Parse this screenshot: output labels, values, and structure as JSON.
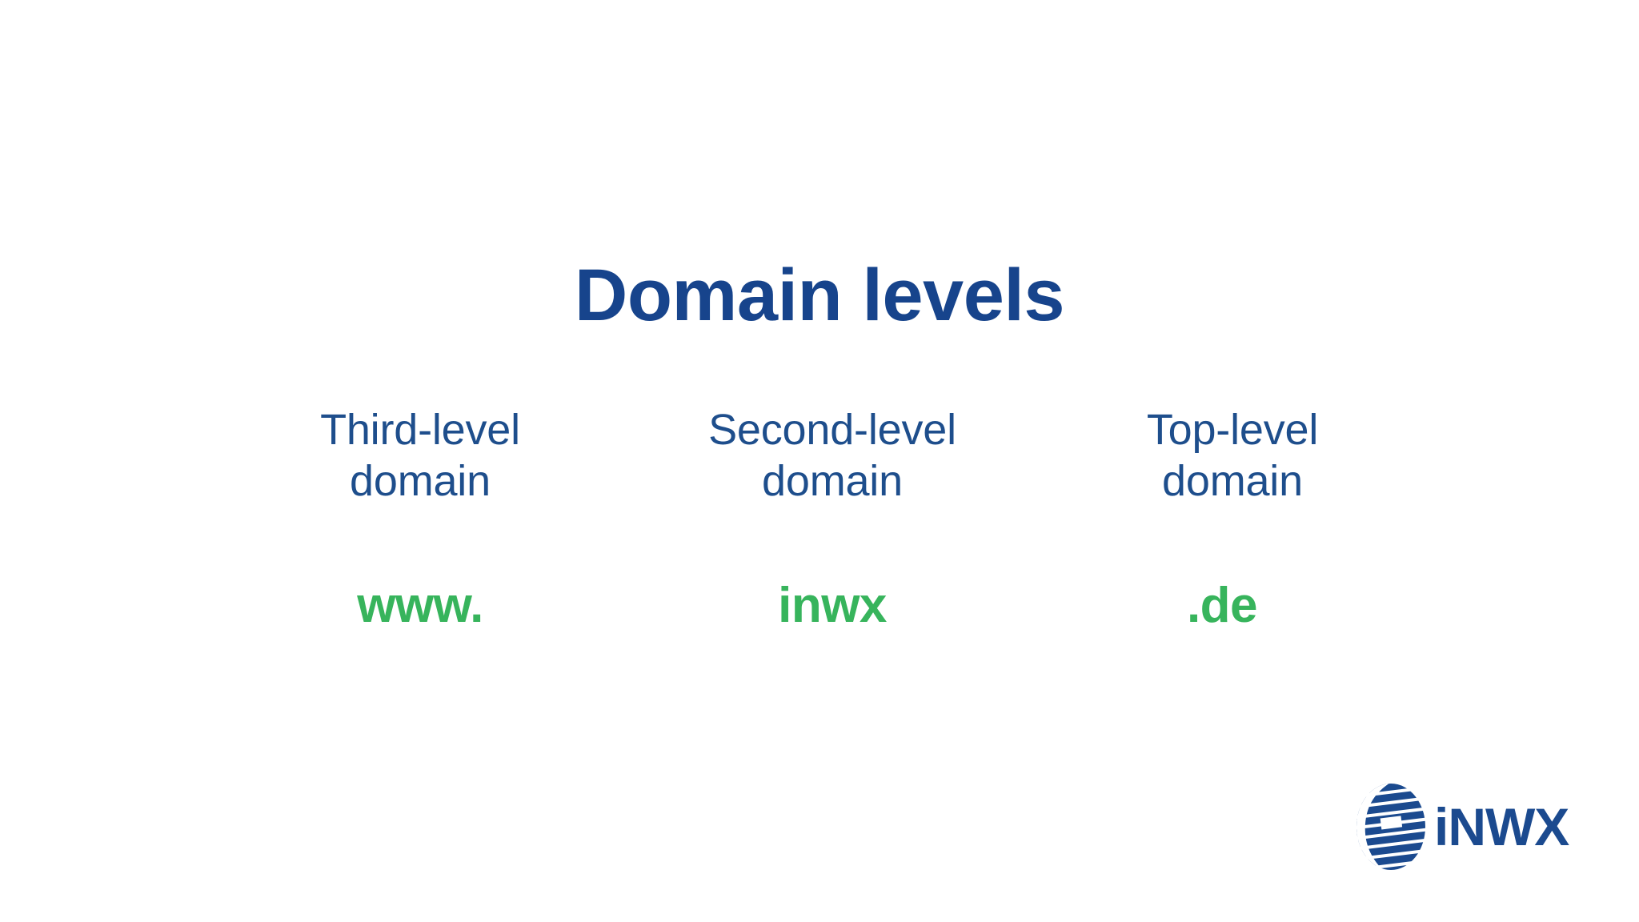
{
  "slide": {
    "background_color": "#ffffff",
    "title": "Domain levels",
    "title_color": "#17448C"
  },
  "columns": [
    {
      "label": "Third-level\ndomain",
      "value": "www.",
      "label_color": "#1E4E8C",
      "value_color": "#37B45C"
    },
    {
      "label": "Second-level\ndomain",
      "value": "inwx",
      "label_color": "#1E4E8C",
      "value_color": "#37B45C"
    },
    {
      "label": "Top-level\ndomain",
      "value": ".de",
      "label_color": "#1E4E8C",
      "value_color": "#37B45C"
    }
  ],
  "logo": {
    "wordmark": "iNWX",
    "icon": "globe-icon",
    "color": "#1B4A8F"
  }
}
